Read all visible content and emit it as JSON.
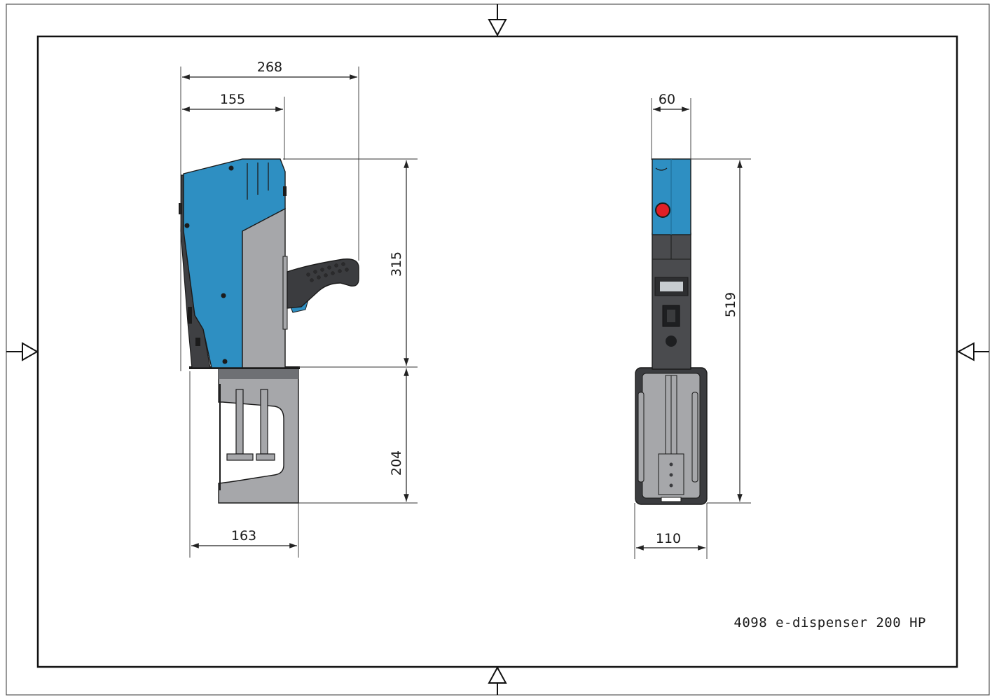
{
  "colors": {
    "housing_blue": "#2e8fc2",
    "housing_blue_dark": "#1f6f9a",
    "grey_panel": "#a6a7aa",
    "grey_dark": "#4a4b4e",
    "handle_dark": "#3b3c3f",
    "red_button": "#e01f26"
  },
  "dimensions": {
    "d268": "268",
    "d155": "155",
    "d315": "315",
    "d204": "204",
    "d163": "163",
    "d60": "60",
    "d519": "519",
    "d110": "110"
  },
  "title_block": {
    "product": "4098 e-dispenser 200 HP"
  }
}
